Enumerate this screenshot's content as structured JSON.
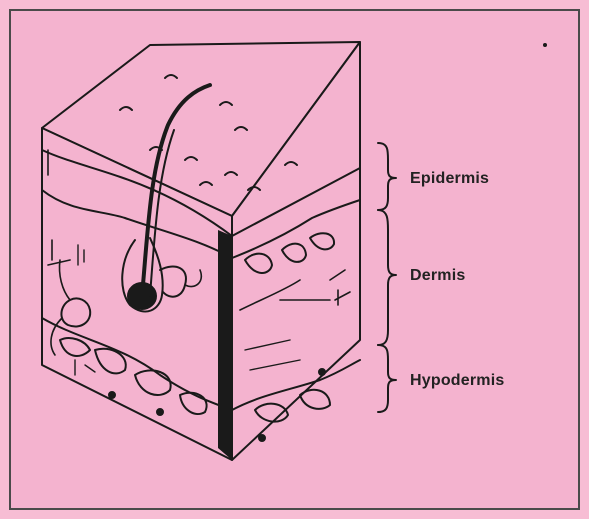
{
  "labels": {
    "epidermis": "Epidermis",
    "dermis": "Dermis",
    "hypodermis": "Hypodermis"
  },
  "colors": {
    "background": "#f4b3cf",
    "ink": "#1a1a1a"
  }
}
